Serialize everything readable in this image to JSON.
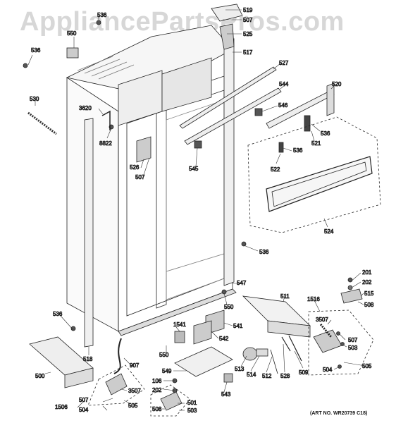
{
  "watermark": "AppliancePartsPros.com",
  "art_no": "(ART NO. WR20739 C18)",
  "callouts": [
    {
      "id": "c519",
      "text": "519"
    },
    {
      "id": "c507a",
      "text": "507"
    },
    {
      "id": "c525",
      "text": "525"
    },
    {
      "id": "c517",
      "text": "517"
    },
    {
      "id": "c536a",
      "text": "536"
    },
    {
      "id": "c550a",
      "text": "550"
    },
    {
      "id": "c536b",
      "text": "536"
    },
    {
      "id": "c530",
      "text": "530"
    },
    {
      "id": "c527",
      "text": "527"
    },
    {
      "id": "c544",
      "text": "544"
    },
    {
      "id": "c520",
      "text": "520"
    },
    {
      "id": "c546",
      "text": "546"
    },
    {
      "id": "c3620",
      "text": "3620"
    },
    {
      "id": "c8822",
      "text": "8822"
    },
    {
      "id": "c536c",
      "text": "536"
    },
    {
      "id": "c521",
      "text": "521"
    },
    {
      "id": "c536d",
      "text": "536"
    },
    {
      "id": "c522",
      "text": "522"
    },
    {
      "id": "c526",
      "text": "526"
    },
    {
      "id": "c507b",
      "text": "507"
    },
    {
      "id": "c545",
      "text": "545"
    },
    {
      "id": "c524",
      "text": "524"
    },
    {
      "id": "c536e",
      "text": "536"
    },
    {
      "id": "c547",
      "text": "547"
    },
    {
      "id": "c201",
      "text": "201"
    },
    {
      "id": "c202a",
      "text": "202"
    },
    {
      "id": "c515",
      "text": "515"
    },
    {
      "id": "c508a",
      "text": "508"
    },
    {
      "id": "c511",
      "text": "511"
    },
    {
      "id": "c1516",
      "text": "1516"
    },
    {
      "id": "c550b",
      "text": "550"
    },
    {
      "id": "c536f",
      "text": "536"
    },
    {
      "id": "c1541",
      "text": "1541"
    },
    {
      "id": "c541",
      "text": "541"
    },
    {
      "id": "c3507a",
      "text": "3507"
    },
    {
      "id": "c507c",
      "text": "507"
    },
    {
      "id": "c542",
      "text": "542"
    },
    {
      "id": "c503a",
      "text": "503"
    },
    {
      "id": "c550c",
      "text": "550"
    },
    {
      "id": "c518",
      "text": "518"
    },
    {
      "id": "c907",
      "text": "907"
    },
    {
      "id": "c513",
      "text": "513"
    },
    {
      "id": "c514",
      "text": "514"
    },
    {
      "id": "c512",
      "text": "512"
    },
    {
      "id": "c528",
      "text": "528"
    },
    {
      "id": "c509",
      "text": "509"
    },
    {
      "id": "c504a",
      "text": "504"
    },
    {
      "id": "c505a",
      "text": "505"
    },
    {
      "id": "c549",
      "text": "549"
    },
    {
      "id": "c500",
      "text": "500"
    },
    {
      "id": "c106",
      "text": "106"
    },
    {
      "id": "c543",
      "text": "543"
    },
    {
      "id": "c3507b",
      "text": "3507"
    },
    {
      "id": "c202b",
      "text": "202"
    },
    {
      "id": "c507d",
      "text": "507"
    },
    {
      "id": "c505b",
      "text": "505"
    },
    {
      "id": "c501",
      "text": "501"
    },
    {
      "id": "c1506",
      "text": "1506"
    },
    {
      "id": "c504b",
      "text": "504"
    },
    {
      "id": "c508b",
      "text": "508"
    },
    {
      "id": "c503b",
      "text": "503"
    }
  ]
}
